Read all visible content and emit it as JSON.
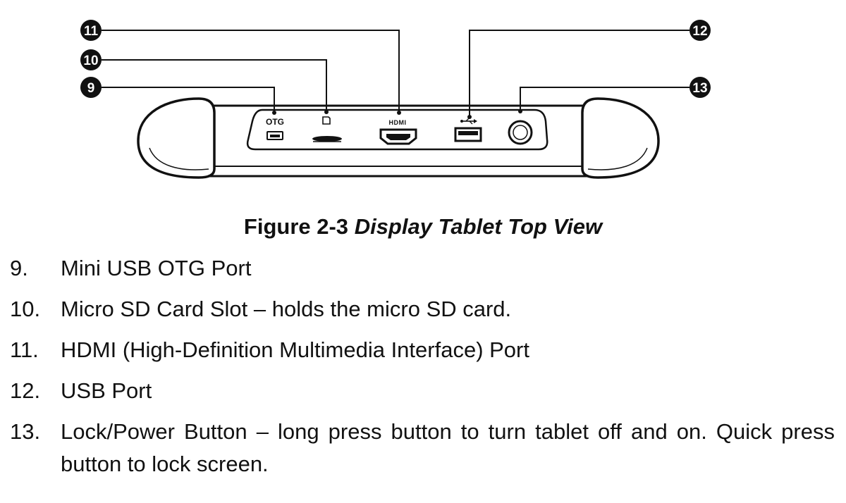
{
  "figure": {
    "callouts": [
      {
        "number": "11",
        "port": "hdmi"
      },
      {
        "number": "10",
        "port": "sd"
      },
      {
        "number": "9",
        "port": "otg"
      },
      {
        "number": "12",
        "port": "usb"
      },
      {
        "number": "13",
        "port": "power"
      }
    ],
    "port_labels": {
      "otg": "OTG",
      "hdmi": "HDMI"
    },
    "caption_number": "Figure 2-3",
    "caption_title": "Display Tablet Top View"
  },
  "legend": [
    {
      "number": "9.",
      "text": "Mini USB OTG Port"
    },
    {
      "number": "10.",
      "text": "Micro SD Card Slot – holds the micro SD card."
    },
    {
      "number": "11.",
      "text": "HDMI (High-Definition Multimedia Interface) Port"
    },
    {
      "number": "12.",
      "text": "USB Port"
    },
    {
      "number": "13.",
      "text": "Lock/Power Button – long press button to turn tablet off and on. Quick press button to lock screen."
    }
  ]
}
